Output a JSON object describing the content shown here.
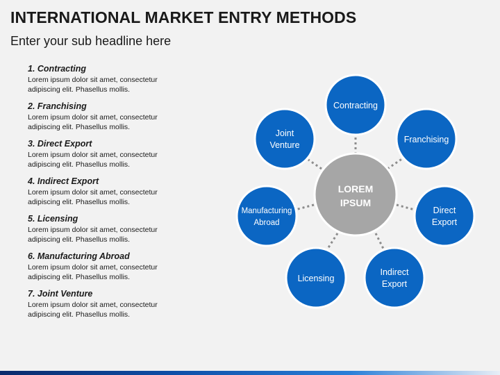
{
  "title": "INTERNATIONAL MARKET ENTRY METHODS",
  "subtitle": "Enter your sub headline here",
  "methods": [
    {
      "heading": "1. Contracting",
      "line1": "Lorem ipsum dolor sit amet, consectetur",
      "line2": "adipiscing elit. Phasellus mollis."
    },
    {
      "heading": "2. Franchising",
      "line1": "Lorem ipsum dolor sit amet, consectetur",
      "line2": "adipiscing elit. Phasellus mollis."
    },
    {
      "heading": "3. Direct Export",
      "line1": "Lorem ipsum dolor sit amet, consectetur",
      "line2": "adipiscing elit. Phasellus mollis."
    },
    {
      "heading": "4. Indirect Export",
      "line1": "Lorem ipsum dolor sit amet, consectetur",
      "line2": "adipiscing elit. Phasellus mollis."
    },
    {
      "heading": "5. Licensing",
      "line1": "Lorem ipsum dolor sit amet, consectetur",
      "line2": "adipiscing elit. Phasellus mollis."
    },
    {
      "heading": "6. Manufacturing Abroad",
      "line1": "Lorem ipsum dolor sit amet, consectetur",
      "line2": "adipiscing elit. Phasellus mollis."
    },
    {
      "heading": "7. Joint Venture",
      "line1": "Lorem ipsum dolor sit amet, consectetur",
      "line2": "adipiscing elit. Phasellus mollis."
    }
  ],
  "diagram": {
    "center": {
      "line1": "LOREM",
      "line2": "IPSUM"
    },
    "nodes": {
      "contracting": {
        "line1": "Contracting"
      },
      "franchising": {
        "line1": "Franchising"
      },
      "direct_export": {
        "line1": "Direct",
        "line2": "Export"
      },
      "indirect_export": {
        "line1": "Indirect",
        "line2": "Export"
      },
      "licensing": {
        "line1": "Licensing"
      },
      "manufacturing_abroad": {
        "line1": "Manufacturing",
        "line2": "Abroad"
      },
      "joint_venture": {
        "line1": "Joint",
        "line2": "Venture"
      }
    }
  },
  "colors": {
    "node_fill": "#0b66c3",
    "node_stroke": "#ffffff",
    "center_fill": "#a6a6a6",
    "connector": "#8c8c8c"
  }
}
